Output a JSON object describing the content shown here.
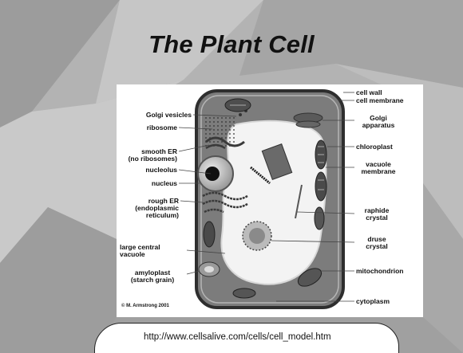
{
  "slide": {
    "title": "The Plant Cell",
    "url": "http://www.cellsalive.com/cells/cell_model.htm"
  },
  "diagram": {
    "copyright": "© M. Armstrong 2001",
    "labels_left": {
      "golgi_vesicles": "Golgi vesicles",
      "ribosome": "ribosome",
      "smooth_er": "smooth ER\n(no ribosomes)",
      "nucleolus": "nucleolus",
      "nucleus": "nucleus",
      "rough_er": "rough ER\n(endoplasmic\nreticulum)",
      "large_central_vacuole": "large central\nvacuole",
      "amyloplast": "amyloplast\n(starch grain)"
    },
    "labels_right": {
      "cell_wall": "cell wall",
      "cell_membrane": "cell membrane",
      "golgi_apparatus": "Golgi\napparatus",
      "chloroplast": "chloroplast",
      "vacuole_membrane": "vacuole\nmembrane",
      "raphide_crystal": "raphide\ncrystal",
      "druse_crystal": "druse\ncrystal",
      "mitochondrion": "mitochondrion",
      "cytoplasm": "cytoplasm"
    }
  },
  "colors": {
    "background": "#b0b0b0",
    "cell_fill": "#7a7a7a",
    "cell_wall": "#3a3a3a",
    "vacuole": "#f4f4f4",
    "url_box": "#ffffff"
  }
}
